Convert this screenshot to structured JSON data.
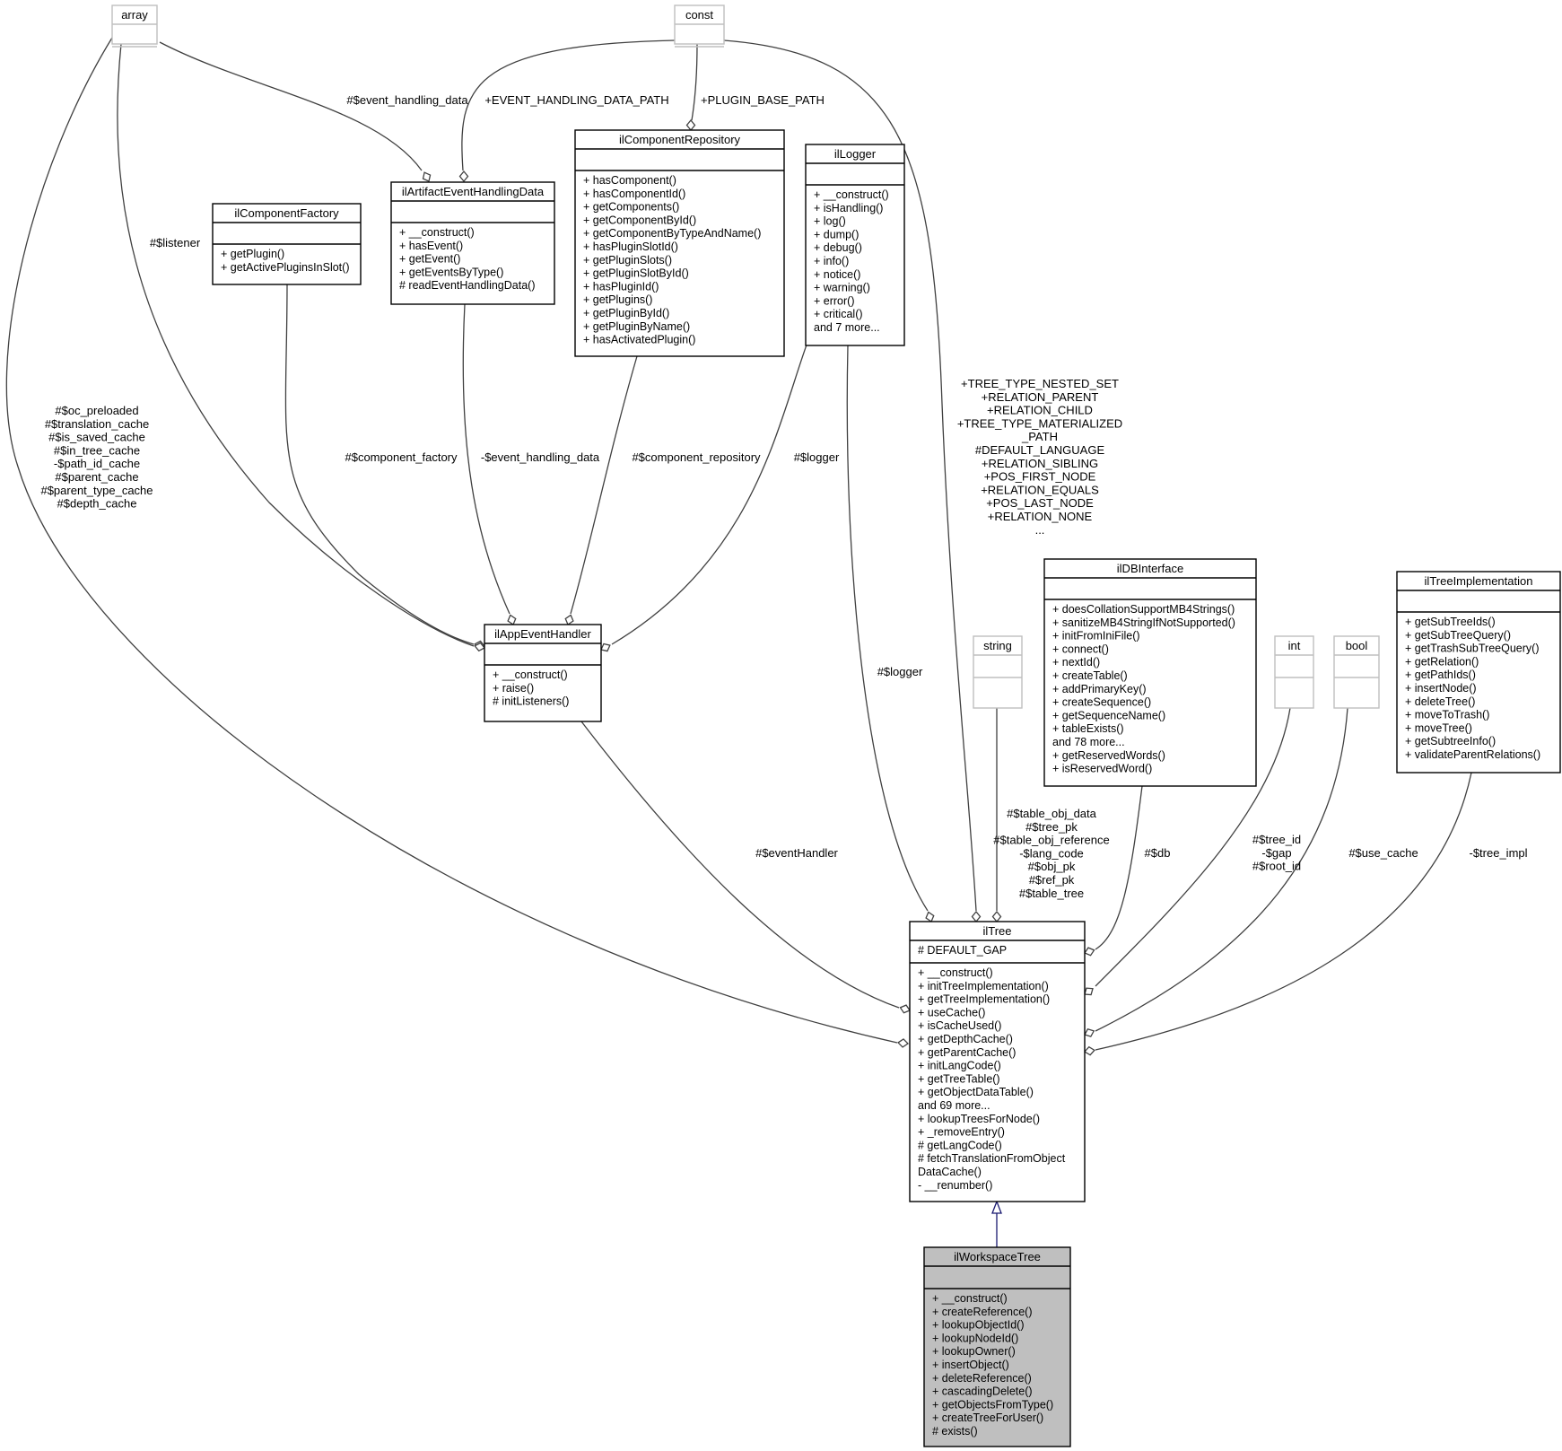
{
  "nodes": {
    "array": {
      "title": "array",
      "attributes": [],
      "methods": []
    },
    "const": {
      "title": "const",
      "attributes": [],
      "methods": []
    },
    "ilComponentRepository": {
      "title": "ilComponentRepository",
      "attributes": [],
      "methods": [
        "+ hasComponent()",
        "+ hasComponentId()",
        "+ getComponents()",
        "+ getComponentById()",
        "+ getComponentByTypeAndName()",
        "+ hasPluginSlotId()",
        "+ getPluginSlots()",
        "+ getPluginSlotById()",
        "+ hasPluginId()",
        "+ getPlugins()",
        "+ getPluginById()",
        "+ getPluginByName()",
        "+ hasActivatedPlugin()"
      ]
    },
    "ilLogger": {
      "title": "ilLogger",
      "attributes": [],
      "methods": [
        "+ __construct()",
        "+ isHandling()",
        "+ log()",
        "+ dump()",
        "+ debug()",
        "+ info()",
        "+ notice()",
        "+ warning()",
        "+ error()",
        "+ critical()",
        "and 7 more..."
      ]
    },
    "ilArtifactEventHandlingData": {
      "title": "ilArtifactEventHandlingData",
      "attributes": [],
      "methods": [
        "+ __construct()",
        "+ hasEvent()",
        "+ getEvent()",
        "+ getEventsByType()",
        "# readEventHandlingData()"
      ]
    },
    "ilComponentFactory": {
      "title": "ilComponentFactory",
      "attributes": [],
      "methods": [
        "+ getPlugin()",
        "+ getActivePluginsInSlot()"
      ]
    },
    "ilAppEventHandler": {
      "title": "ilAppEventHandler",
      "attributes": [],
      "methods": [
        "+ __construct()",
        "+ raise()",
        "# initListeners()"
      ]
    },
    "string": {
      "title": "string",
      "attributes": [],
      "methods": []
    },
    "ilDBInterface": {
      "title": "ilDBInterface",
      "attributes": [],
      "methods": [
        "+ doesCollationSupportMB4Strings()",
        "+ sanitizeMB4StringIfNotSupported()",
        "+ initFromIniFile()",
        "+ connect()",
        "+ nextId()",
        "+ createTable()",
        "+ addPrimaryKey()",
        "+ createSequence()",
        "+ getSequenceName()",
        "+ tableExists()",
        "and 78 more...",
        "+ getReservedWords()",
        "+ isReservedWord()"
      ]
    },
    "int": {
      "title": "int",
      "attributes": [],
      "methods": []
    },
    "bool": {
      "title": "bool",
      "attributes": [],
      "methods": []
    },
    "ilTreeImplementation": {
      "title": "ilTreeImplementation",
      "attributes": [],
      "methods": [
        "+ getSubTreeIds()",
        "+ getSubTreeQuery()",
        "+ getTrashSubTreeQuery()",
        "+ getRelation()",
        "+ getPathIds()",
        "+ insertNode()",
        "+ deleteTree()",
        "+ moveToTrash()",
        "+ moveTree()",
        "+ getSubtreeInfo()",
        "+ validateParentRelations()"
      ]
    },
    "ilTree": {
      "title": "ilTree",
      "attributes": [
        "# DEFAULT_GAP"
      ],
      "methods": [
        "+ __construct()",
        "+ initTreeImplementation()",
        "+ getTreeImplementation()",
        "+ useCache()",
        "+ isCacheUsed()",
        "+ getDepthCache()",
        "+ getParentCache()",
        "+ initLangCode()",
        "+ getTreeTable()",
        "+ getObjectDataTable()",
        "and 69 more...",
        "+ lookupTreesForNode()",
        "+ _removeEntry()",
        "# getLangCode()",
        "# fetchTranslationFromObject",
        "DataCache()",
        "- __renumber()"
      ]
    },
    "ilWorkspaceTree": {
      "title": "ilWorkspaceTree",
      "attributes": [],
      "methods": [
        "+ __construct()",
        "+ createReference()",
        "+ lookupObjectId()",
        "+ lookupNodeId()",
        "+ lookupOwner()",
        "+ insertObject()",
        "+ deleteReference()",
        "+ cascadingDelete()",
        "+ getObjectsFromType()",
        "+ createTreeForUser()",
        "# exists()"
      ]
    }
  },
  "edge_labels": {
    "array_to_tree": [
      "#$oc_preloaded",
      "#$translation_cache",
      "#$is_saved_cache",
      "#$in_tree_cache",
      "-$path_id_cache",
      "#$parent_cache",
      "#$parent_type_cache",
      "#$depth_cache"
    ],
    "array_to_eventhandler": [
      "#$listener"
    ],
    "array_to_artifact": [
      "#$event_handling_data"
    ],
    "const_to_artifact": [
      "+EVENT_HANDLING_DATA_PATH"
    ],
    "const_to_repository": [
      "+PLUGIN_BASE_PATH"
    ],
    "const_to_tree": [
      "+TREE_TYPE_NESTED_SET",
      "+RELATION_PARENT",
      "+RELATION_CHILD",
      "+TREE_TYPE_MATERIALIZED",
      "_PATH",
      "#DEFAULT_LANGUAGE",
      "+RELATION_SIBLING",
      "+POS_FIRST_NODE",
      "+RELATION_EQUALS",
      "+POS_LAST_NODE",
      "+RELATION_NONE",
      "..."
    ],
    "factory_to_eventhandler": [
      "#$component_factory"
    ],
    "artifact_to_eventhandler": [
      "-$event_handling_data"
    ],
    "repository_to_eventhandler": [
      "#$component_repository"
    ],
    "logger_to_eventhandler": [
      "#$logger"
    ],
    "logger_to_tree": [
      "#$logger"
    ],
    "eventhandler_to_tree": [
      "#$eventHandler"
    ],
    "string_to_tree": [
      "#$table_obj_data",
      "#$tree_pk",
      "#$table_obj_reference",
      "-$lang_code",
      "#$obj_pk",
      "#$ref_pk",
      "#$table_tree"
    ],
    "db_to_tree": [
      "#$db"
    ],
    "int_to_tree": [
      "#$tree_id",
      "-$gap",
      "#$root_id"
    ],
    "bool_to_tree": [
      "#$use_cache"
    ],
    "impl_to_tree": [
      "-$tree_impl"
    ]
  }
}
